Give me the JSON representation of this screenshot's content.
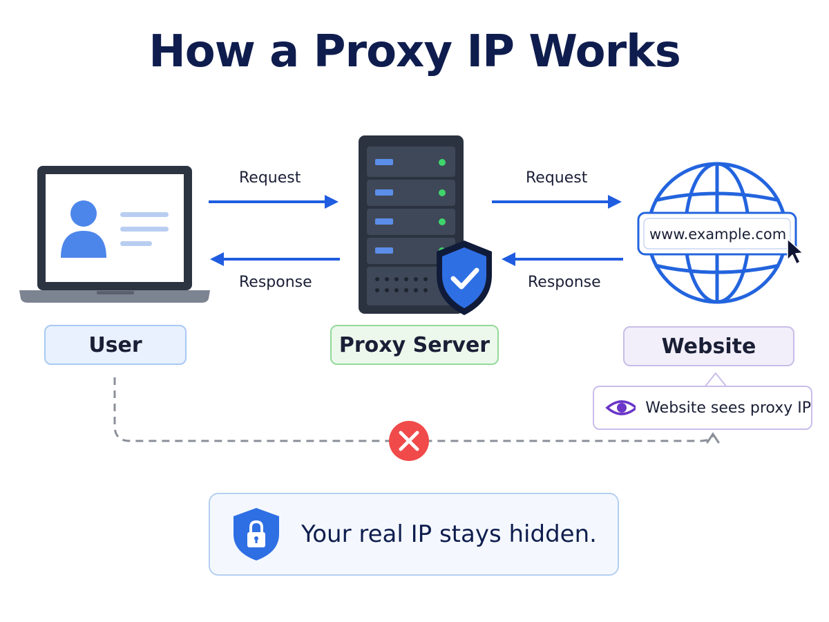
{
  "title": "How a Proxy IP Works",
  "arrows": {
    "left_request": "Request",
    "left_response": "Response",
    "right_request": "Request",
    "right_response": "Response"
  },
  "nodes": {
    "user": "User",
    "proxy": "Proxy Server",
    "website": "Website"
  },
  "website_url": "www.example.com",
  "tooltip": "Website sees proxy IP",
  "hidden_message": "Your real IP stays hidden.",
  "colors": {
    "title": "#0f1d4e",
    "arrow_blue": "#1f5ce0",
    "globe_blue": "#2364de",
    "server_dark": "#323a48",
    "status_green": "#3fd46b",
    "blocked_red": "#f04a4a",
    "eye_purple": "#6a35c8"
  }
}
